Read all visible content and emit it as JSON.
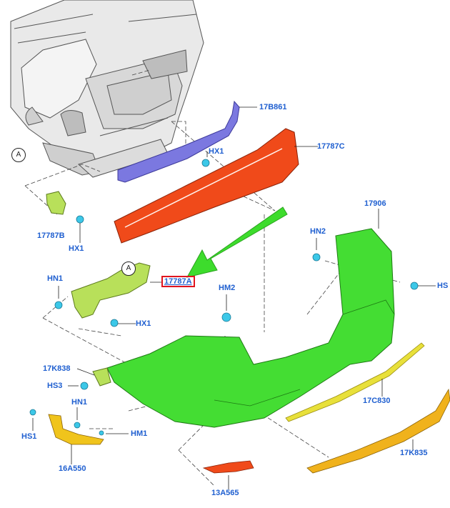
{
  "colors": {
    "label": "#1f5fd0",
    "highlight_box": "#e0141e",
    "arrow": "#3ddc2c",
    "bumper_cover": "#44dd33",
    "absorber": "#f04a1a",
    "reinforcement": "#7b78e0",
    "bracket": "#b8e05a",
    "trim": "#e8c01c",
    "reflector": "#f04a1a",
    "clip": "#3cc8e8"
  },
  "callouts": {
    "left_body": "A",
    "bracket": "A"
  },
  "parts": {
    "p17B861": "17B861",
    "p17787C": "17787C",
    "p17787B": "17787B",
    "p17787A": "17787A",
    "p17906": "17906",
    "p17K838": "17K838",
    "p17C830": "17C830",
    "p17K835": "17K835",
    "p16A550": "16A550",
    "p13A565": "13A565"
  },
  "fasteners": {
    "hx1_top": "HX1",
    "hx1_left": "HX1",
    "hx1_mid": "HX1",
    "hn2": "HN2",
    "hs_right": "HS",
    "hn1_left": "HN1",
    "hm2": "HM2",
    "hs3": "HS3",
    "hn1_low": "HN1",
    "hs1": "HS1",
    "hm1": "HM1"
  }
}
